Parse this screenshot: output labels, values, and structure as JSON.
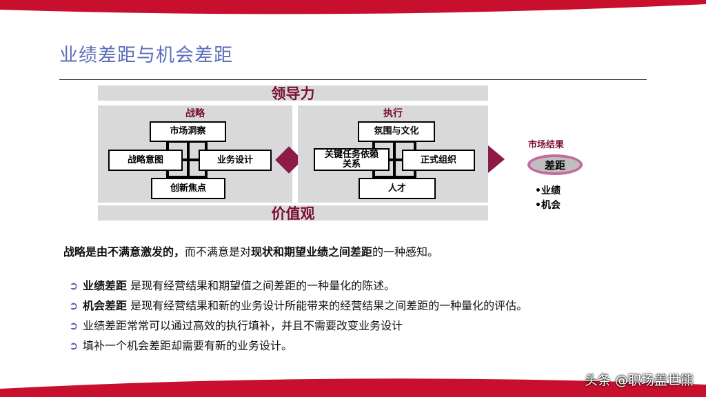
{
  "title": "业绩差距与机会差距",
  "diagram": {
    "top_band": "领导力",
    "bottom_band": "价值观",
    "left_panel": {
      "label": "战略",
      "top": "市场洞察",
      "left": "战略意图",
      "right": "业务设计",
      "bottom": "创新焦点"
    },
    "right_panel": {
      "label": "执行",
      "top": "氛围与文化",
      "left": "关键任务依赖关系",
      "right": "正式组织",
      "bottom": "人才"
    },
    "result": {
      "title": "市场结果",
      "center": "差距",
      "items": [
        "•业绩",
        "•机会"
      ]
    }
  },
  "statement": {
    "part1": "战略是由不满意激发的，",
    "part2": "而不满意是对",
    "part3": "现状和期望业绩之间差距",
    "part4": "的一种感知。"
  },
  "bullets": [
    {
      "bold": "业绩差距",
      "text": " 是现有经营结果和期望值之间差距的一种量化的陈述。"
    },
    {
      "bold": "机会差距",
      "text": " 是现有经营结果和新的业务设计所能带来的经营结果之间差距的一种量化的评估。"
    },
    {
      "bold": "",
      "text": "业绩差距常常可以通过高效的执行填补，并且不需要改变业务设计"
    },
    {
      "bold": "",
      "text": "填补一个机会差距却需要有新的业务设计。"
    }
  ],
  "watermark": "头条 @职场盖世熊",
  "colors": {
    "accent": "#c8102e",
    "title": "#5b6fb8",
    "diamond": "#8e1a48",
    "label": "#7a1030"
  }
}
